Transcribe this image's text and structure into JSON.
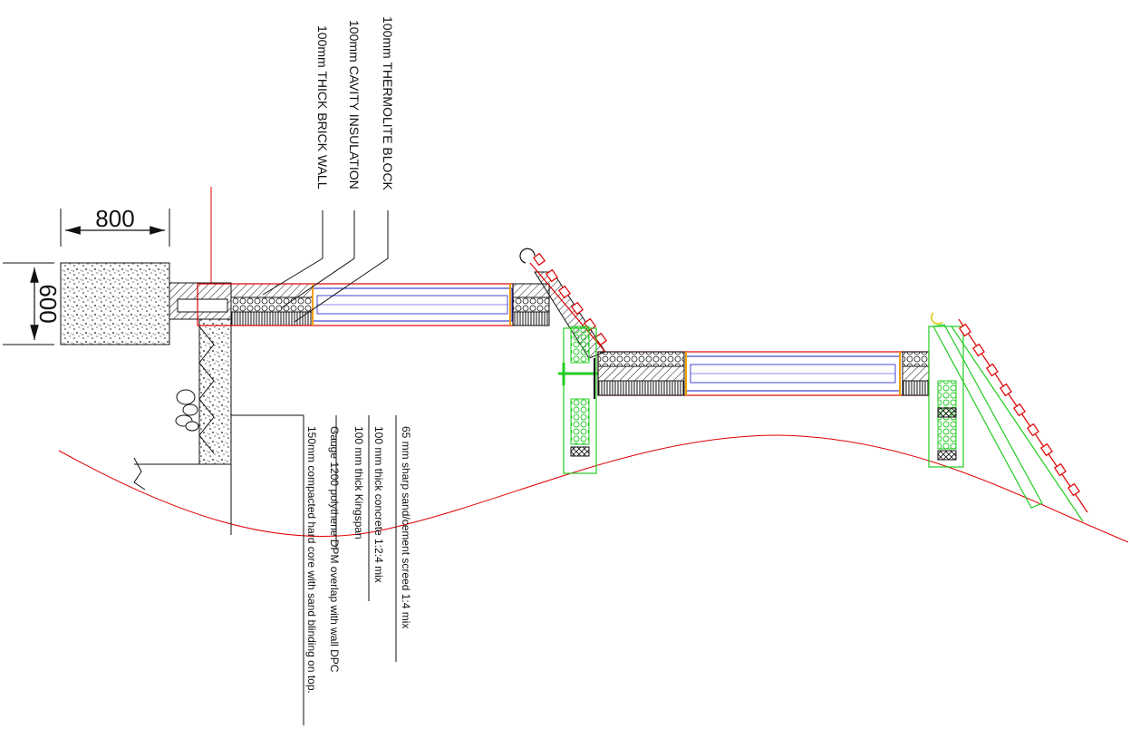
{
  "dimensions": {
    "footing_width": "800",
    "footing_depth": "600"
  },
  "wall_labels": {
    "thermolite": "100mm THERMOLITE BLOCK",
    "cavity": "100mm CAVITY INSULATION",
    "brick": "100mm THICK BRICK WALL"
  },
  "floor_labels": {
    "screed": "65 mm sharp sand/cement screed 1:4 mix",
    "concrete": "100 mm thick concrete 1:2:4 mix",
    "kingspan": "100 mm thick Kingspan",
    "dpm": "Gauge 1200 polythene DPM overlap with wall DPC",
    "hardcore": "150mm compacted hard core with sand blinding on top."
  },
  "colors": {
    "outline_red": "#e00000",
    "glazing_blue": "#1a1acc",
    "insulation_green": "#22cc22",
    "seal_orange": "#f0a000",
    "cap_yellow": "#d8c800",
    "ink": "#111111"
  }
}
